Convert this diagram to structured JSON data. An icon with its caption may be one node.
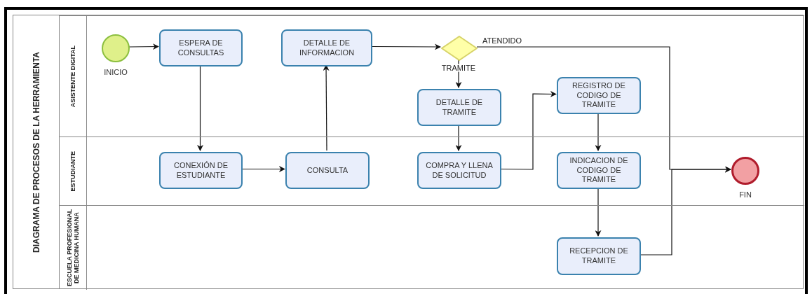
{
  "diagram": {
    "nodes": [
      {
        "text": [
          "DIAGRAMA DE PROCESOS DE LA HERRAMIENTA"
        ]
      },
      {
        "text": [
          "ASISTENTE DIGITAL"
        ],
        "in": 0
      },
      {
        "text": [
          "ESTUDIANTE"
        ],
        "in": 0
      },
      {
        "text": [
          "ESCUELA PROFESIONAL DE MEDICINA HUMANA"
        ],
        "in": 0
      },
      {
        "text": [],
        "shape": "circle",
        "beside": [
          "INICIO"
        ],
        "in": 1
      },
      {
        "text": [
          "ESPERA DE CONSULTAS"
        ],
        "in": 1
      },
      {
        "text": [
          "DETALLE DE INFORMACION"
        ],
        "in": 1
      },
      {
        "text": [],
        "shape": "diamond",
        "in": 1
      },
      {
        "text": [
          "DETALLE DE TRAMITE"
        ],
        "in": 1
      },
      {
        "text": [
          "REGISTRO DE CODIGO DE TRAMITE"
        ],
        "in": 1
      },
      {
        "text": [
          "CONEXIÓN DE ESTUDIANTE"
        ],
        "in": 2
      },
      {
        "text": [
          "CONSULTA"
        ],
        "in": 2
      },
      {
        "text": [
          "COMPRA Y LLENA DE SOLICITUD"
        ],
        "in": 2
      },
      {
        "text": [
          "INDICACION DE CODIGO DE TRAMITE"
        ],
        "in": 2
      },
      {
        "text": [],
        "shape": "circle",
        "beside": [
          "FIN"
        ],
        "in": 2
      },
      {
        "text": [
          "RECEPCION DE TRAMITE"
        ],
        "in": 3
      }
    ],
    "edges": [
      {
        "from": 4,
        "to": 5,
        "arrow": "to"
      },
      {
        "from": 5,
        "to": 10,
        "arrow": "to"
      },
      {
        "from": 10,
        "to": 11,
        "arrow": "to"
      },
      {
        "from": 11,
        "to": 6,
        "arrow": "to"
      },
      {
        "from": 6,
        "to": 7,
        "arrow": "to"
      },
      {
        "from": 7,
        "to": 8,
        "arrow": "to",
        "label": "TRAMITE"
      },
      {
        "from": 7,
        "to": 14,
        "arrow": "to",
        "label": "ATENDIDO"
      },
      {
        "from": 8,
        "to": 12,
        "arrow": "to"
      },
      {
        "from": 12,
        "to": 9,
        "arrow": "to"
      },
      {
        "from": 9,
        "to": 13,
        "arrow": "to"
      },
      {
        "from": 13,
        "to": 15,
        "arrow": "to"
      },
      {
        "from": 15,
        "to": 14,
        "arrow": "to"
      }
    ]
  }
}
